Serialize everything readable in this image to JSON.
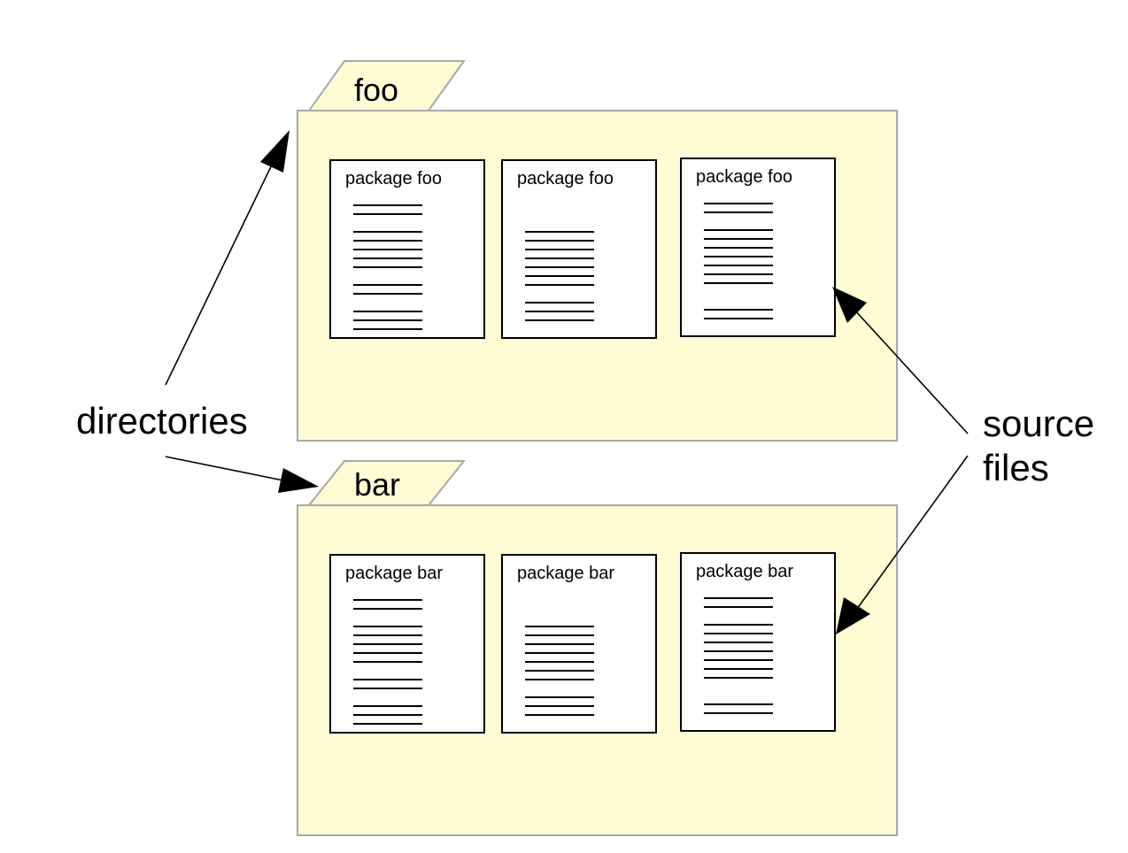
{
  "folders": [
    {
      "name": "foo",
      "files": [
        {
          "label": "package foo",
          "line_pattern": [
            2,
            0,
            5,
            0,
            2,
            0,
            3
          ]
        },
        {
          "label": "package foo",
          "line_pattern": [
            0,
            0,
            0,
            7,
            0,
            3
          ]
        },
        {
          "label": "package foo",
          "line_pattern": [
            2,
            0,
            7,
            0,
            0,
            2
          ]
        }
      ]
    },
    {
      "name": "bar",
      "files": [
        {
          "label": "package bar",
          "line_pattern": [
            2,
            0,
            5,
            0,
            2,
            0,
            3
          ]
        },
        {
          "label": "package bar",
          "line_pattern": [
            0,
            0,
            0,
            7,
            0,
            3
          ]
        },
        {
          "label": "package bar",
          "line_pattern": [
            2,
            0,
            7,
            0,
            0,
            2
          ]
        }
      ]
    }
  ],
  "callouts": {
    "directories": "directories",
    "source_files_line1": "source",
    "source_files_line2": "files"
  },
  "colors": {
    "folder_fill": "#fdfcd5",
    "folder_stroke": "#a8a8a8",
    "ink": "#000000"
  }
}
